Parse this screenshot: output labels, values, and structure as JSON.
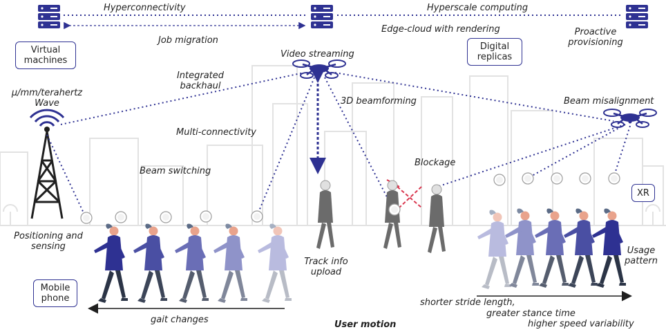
{
  "labels": {
    "hyperconnectivity": "Hyperconnectivity",
    "hyperscale_computing": "Hyperscale computing",
    "edge_cloud": "Edge-cloud with rendering",
    "job_migration": "Job migration",
    "proactive_provisioning": "Proactive\nprovisioning",
    "video_streaming": "Video streaming",
    "integrated_backhaul": "Integrated\nbackhaul",
    "wave": "μ/mm/terahertz\nWave",
    "three_d_beamforming": "3D beamforming",
    "beam_misalignment": "Beam misalignment",
    "multi_connectivity": "Multi-connectivity",
    "beam_switching": "Beam switching",
    "blockage": "Blockage",
    "positioning_sensing": "Positioning and\nsensing",
    "track_info_upload": "Track info\nupload",
    "usage_pattern": "Usage\npattern",
    "gait_changes": "gait changes",
    "shorter_stride": "shorter stride length,",
    "greater_stance": "greater stance time",
    "higher_speed": "higher speed variability",
    "user_motion": "User motion"
  },
  "boxes": {
    "virtual_machines": "Virtual\nmachines",
    "digital_replicas": "Digital\nreplicas",
    "mobile_phone": "Mobile\nphone",
    "xr": "XR"
  },
  "colors": {
    "accent": "#2e3192",
    "person_1": "#2e3192",
    "person_2": "#4a4fa3",
    "person_3": "#6a6eb6",
    "person_4": "#8f93c9",
    "person_5": "#b9bbdf",
    "skin": "#e9a38c",
    "hair": "#5b6b86",
    "pants_dark": "#2b3446",
    "gray_figure": "#6b6b6b",
    "skyline": "#e2e2e2",
    "blockage_red": "#d9354d"
  },
  "icons": {
    "server": "server-rack-icon",
    "drone": "drone-icon",
    "tower": "cell-tower-icon",
    "device": "wireless-device-icon"
  }
}
